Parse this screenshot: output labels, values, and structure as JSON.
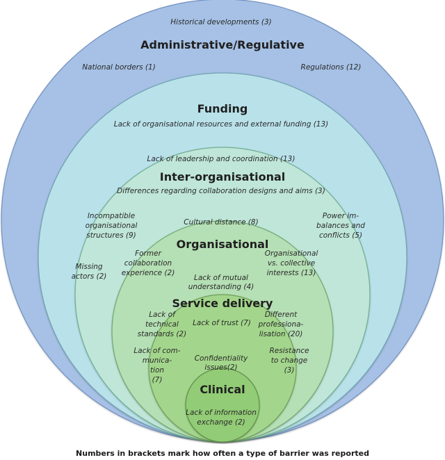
{
  "layers": {
    "administrative": {
      "title": "Administrative/Regulative",
      "color": "#a6c1e5",
      "barriers": [
        {
          "lines": [
            "Historical developments (3)"
          ]
        },
        {
          "lines": [
            "National borders (1)"
          ]
        },
        {
          "lines": [
            "Regulations (12)"
          ]
        }
      ]
    },
    "funding": {
      "title": "Funding",
      "color": "#b9e1ea",
      "barriers": [
        {
          "lines": [
            "Lack of organisational resources and external funding (13)"
          ]
        }
      ]
    },
    "inter_organisational": {
      "title": "Inter-organisational",
      "color": "#bfe6d8",
      "barriers": [
        {
          "lines": [
            "Lack of leadership and coordination (13)"
          ]
        },
        {
          "lines": [
            "Differences regarding collaboration designs and aims (3)"
          ]
        },
        {
          "lines": [
            "Incompatible",
            "organisational",
            "structures (9)"
          ]
        },
        {
          "lines": [
            "Power im-",
            "balances and",
            "conflicts (5)"
          ]
        },
        {
          "lines": [
            "Missing",
            "actors (2)"
          ]
        }
      ]
    },
    "organisational": {
      "title": "Organisational",
      "color": "#b5dfb4",
      "barriers": [
        {
          "lines": [
            "Cultural distance (8)"
          ]
        },
        {
          "lines": [
            "Former",
            "collaboration",
            "experience (2)"
          ]
        },
        {
          "lines": [
            "Organisational",
            "vs. collective",
            "interests (13)"
          ]
        }
      ]
    },
    "service_delivery": {
      "title": "Service delivery",
      "color": "#a3d68c",
      "barriers": [
        {
          "lines": [
            "Lack of mutual",
            "understanding (4)"
          ]
        },
        {
          "lines": [
            "Lack of",
            "technical",
            "standards (2)"
          ]
        },
        {
          "lines": [
            "Lack of trust (7)"
          ]
        },
        {
          "lines": [
            "Different",
            "professiona-",
            "lisation (20)"
          ]
        },
        {
          "lines": [
            "Lack of com-",
            "munica-",
            "tion",
            "(7)"
          ]
        },
        {
          "lines": [
            "Resistance",
            "to change",
            "(3)"
          ]
        }
      ]
    },
    "clinical": {
      "title": "Clinical",
      "color": "#92cc76",
      "barriers": [
        {
          "lines": [
            "Confidentiality",
            "issues(2)"
          ]
        },
        {
          "lines": [
            "Lack of information",
            "exchange (2)"
          ]
        }
      ]
    }
  },
  "caption": "Numbers in brackets mark how often a type of barrier was reported"
}
